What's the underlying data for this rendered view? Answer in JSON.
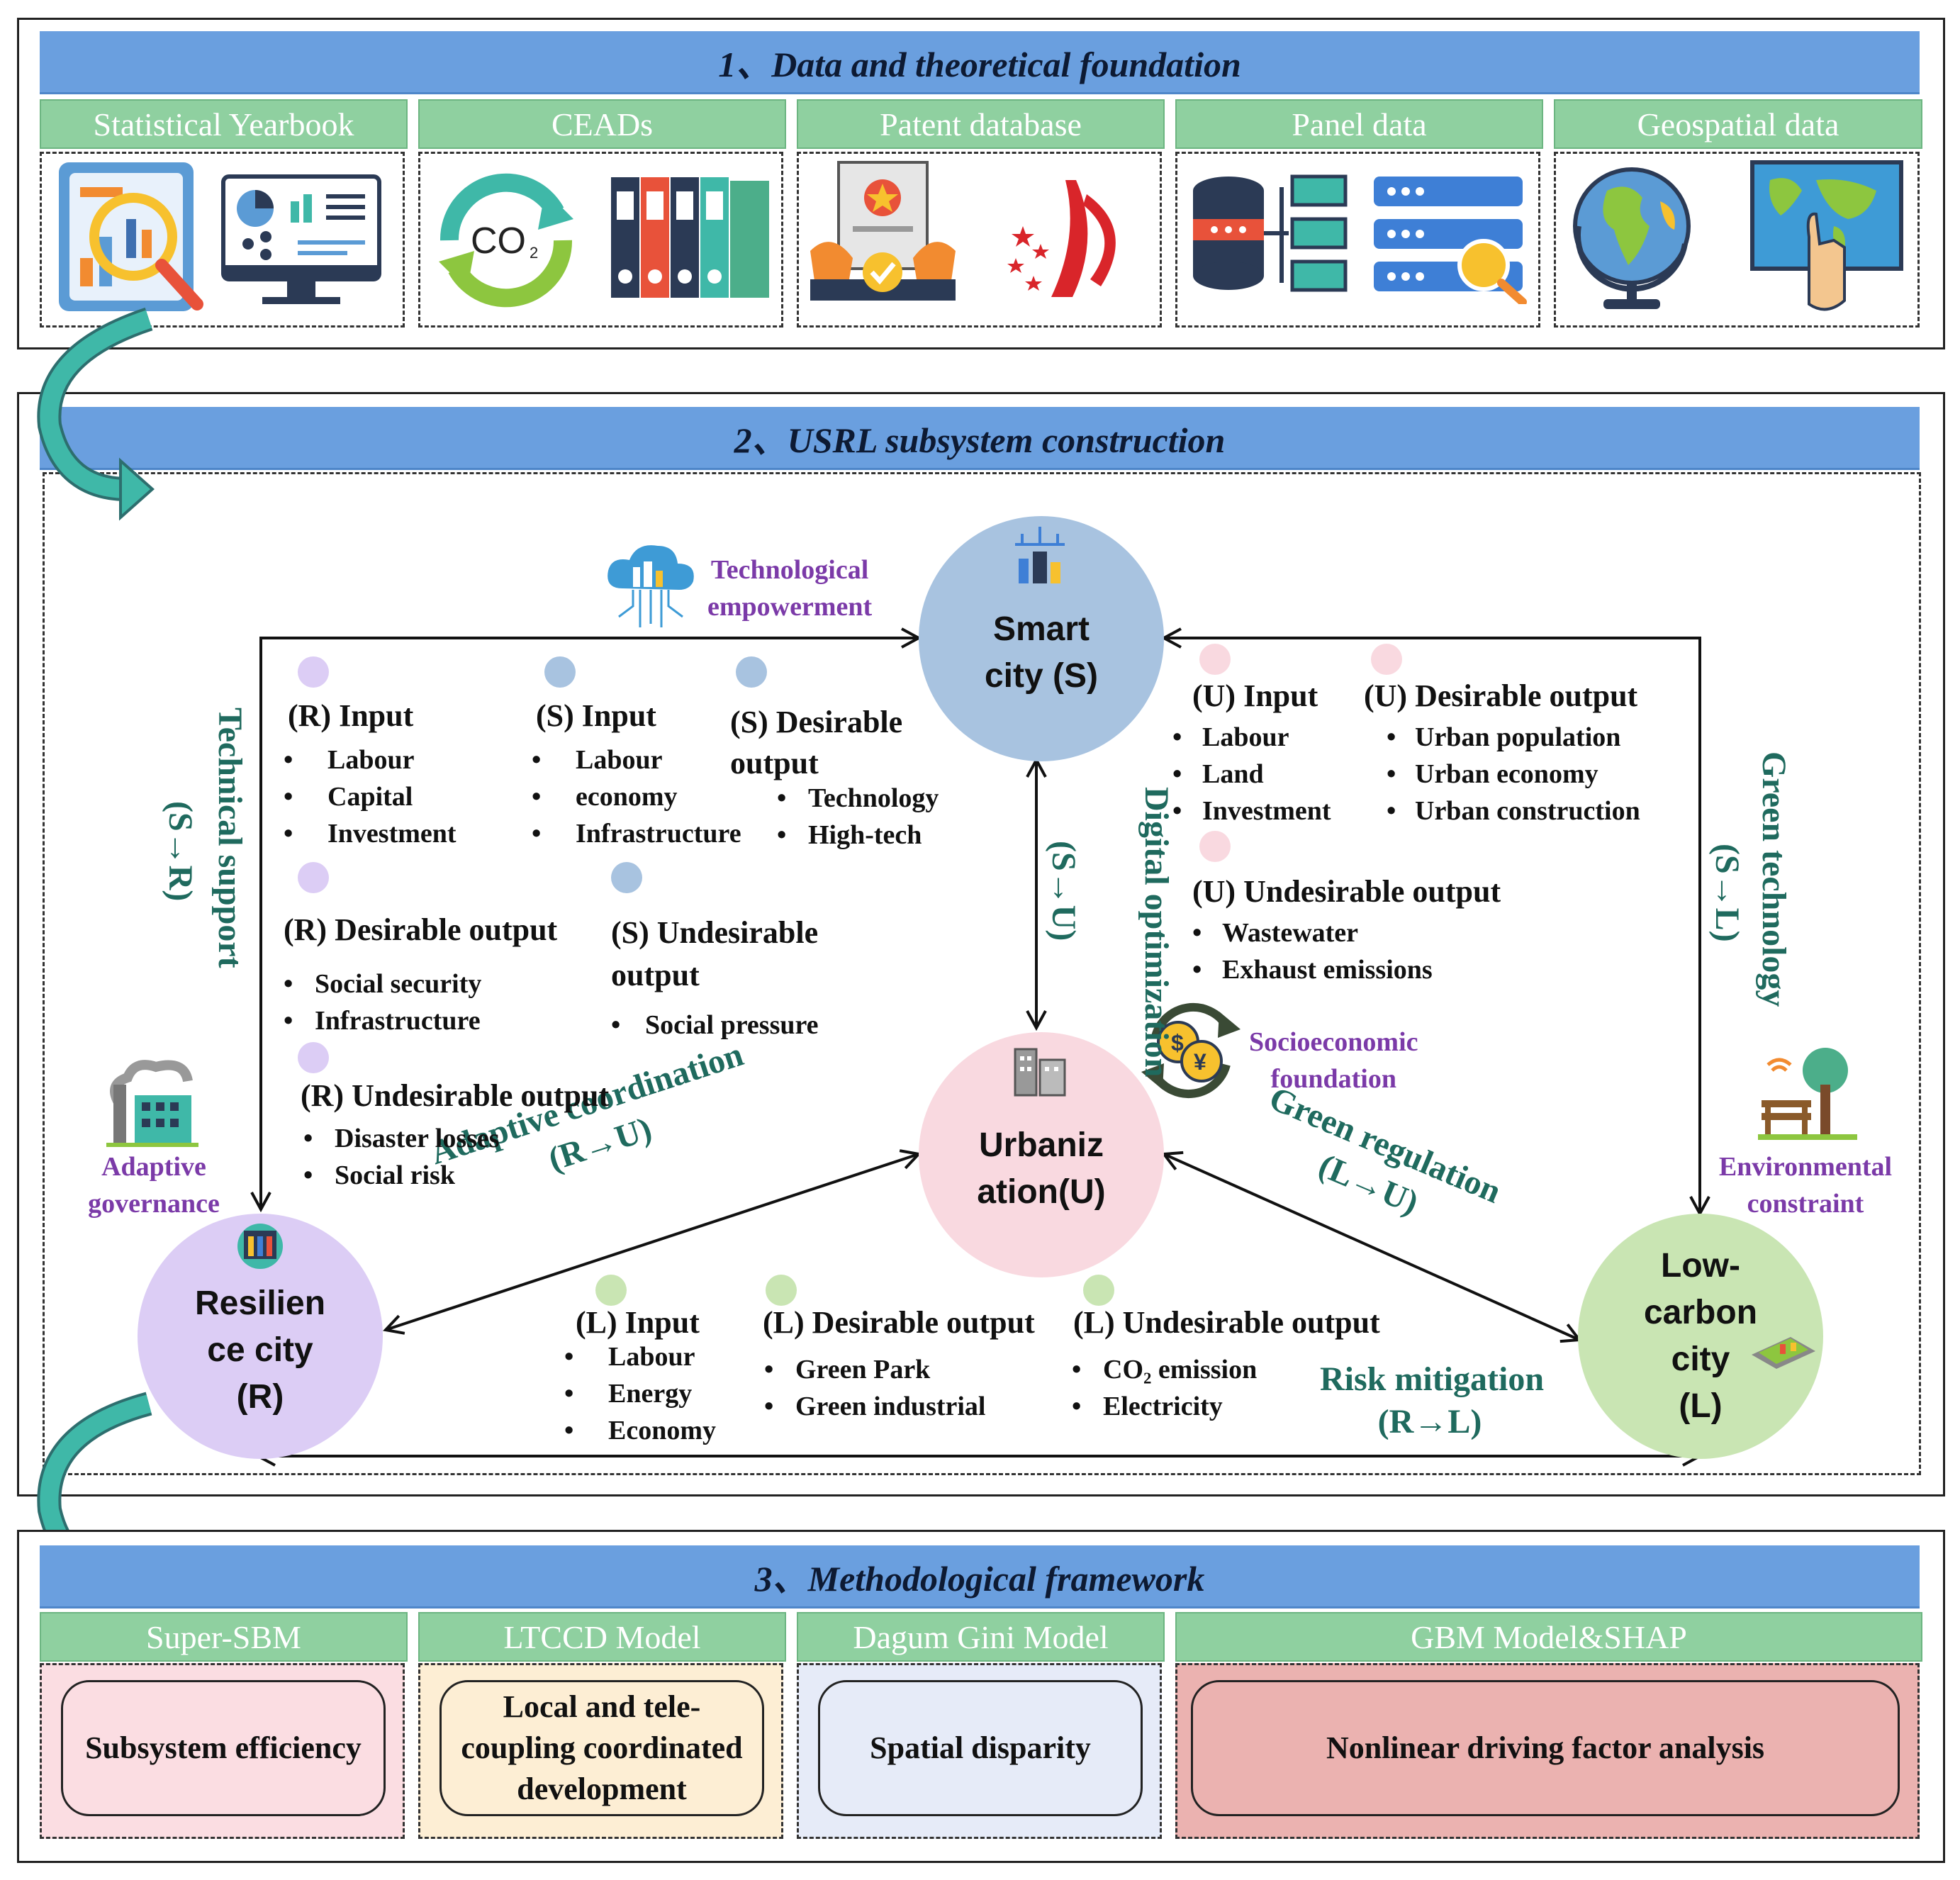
{
  "section1": {
    "title": "1、Data and theoretical foundation",
    "sources": [
      "Statistical Yearbook",
      "CEADs",
      "Patent database",
      "Panel data",
      "Geospatial data"
    ],
    "icons": [
      "report-search-icon",
      "dashboard-monitor-icon",
      "co2-cycle-icon",
      "binders-icon",
      "patent-certificate-icon",
      "patent-office-logo-icon",
      "database-server-icon",
      "server-search-icon",
      "globe-icon",
      "world-map-touch-icon"
    ]
  },
  "section2": {
    "title": "2、USRL subsystem construction",
    "nodes": {
      "smart": "Smart city (S)",
      "urban": "Urbaniz ation(U)",
      "resilience": "Resilien ce city (R)",
      "lowcarbon": "Low- carbon city (L)"
    },
    "node_lines": {
      "smart": [
        "Smart",
        "city (S)"
      ],
      "urban": [
        "Urbaniz",
        "ation(U)"
      ],
      "resilience": [
        "Resilien",
        "ce city",
        "(R)"
      ],
      "lowcarbon": [
        "Low-",
        "carbon",
        "city",
        "(L)"
      ]
    },
    "relations": {
      "technical_support": "Technical support",
      "technical_support_code": "(S→R)",
      "digital_optimization": "Digital optimization",
      "digital_optimization_code": "(S→U)",
      "green_technology": "Green technology",
      "green_technology_code": "(S→L)",
      "adaptive_coordination": "Adaptive coordination",
      "adaptive_coordination_code": "(R→U)",
      "green_regulation": "Green regulation",
      "green_regulation_code": "(L→U)",
      "risk_mitigation": "Risk mitigation",
      "risk_mitigation_code": "(R→L)"
    },
    "drivers": {
      "tech_empowerment": [
        "Technological",
        "empowerment"
      ],
      "socioeconomic": [
        "Socioeconomic",
        "foundation"
      ],
      "adaptive_governance": [
        "Adaptive",
        "governance"
      ],
      "environmental": [
        "Environmental",
        "constraint"
      ]
    },
    "indicators": {
      "r_input": {
        "title": "(R) Input",
        "items": [
          "Labour",
          "Capital",
          "Investment"
        ]
      },
      "s_input": {
        "title": "(S) Input",
        "items": [
          "Labour",
          "economy",
          "Infrastructure"
        ]
      },
      "s_desirable": {
        "title_lines": [
          "(S) Desirable",
          "output"
        ],
        "items": [
          "Technology",
          "High-tech"
        ]
      },
      "r_desirable": {
        "title": "(R) Desirable output",
        "items": [
          "Social security",
          "Infrastructure"
        ]
      },
      "s_undesirable": {
        "title_lines": [
          "(S) Undesirable",
          "output"
        ],
        "items": [
          "Social pressure"
        ]
      },
      "r_undesirable": {
        "title": "(R) Undesirable output",
        "items": [
          "Disaster losses",
          "Social risk"
        ]
      },
      "u_input": {
        "title": "(U) Input",
        "items": [
          "Labour",
          "Land",
          "Investment"
        ]
      },
      "u_desirable": {
        "title": "(U) Desirable output",
        "items": [
          "Urban population",
          "Urban economy",
          "Urban construction"
        ]
      },
      "u_undesirable": {
        "title": "(U) Undesirable output",
        "items": [
          "Wastewater",
          "Exhaust emissions"
        ]
      },
      "l_input": {
        "title": "(L) Input",
        "items": [
          "Labour",
          "Energy",
          "Economy"
        ]
      },
      "l_desirable": {
        "title": "(L) Desirable output",
        "items": [
          "Green Park",
          "Green industrial"
        ]
      },
      "l_undesirable": {
        "title": "(L) Undesirable output",
        "items": [
          "CO₂ emission",
          "Electricity"
        ]
      }
    }
  },
  "section3": {
    "title": "3、Methodological framework",
    "methods": [
      {
        "name": "Super-SBM",
        "result": "Subsystem efficiency"
      },
      {
        "name": "LTCCD Model",
        "result": "Local and tele-coupling coordinated development"
      },
      {
        "name": "Dagum Gini Model",
        "result": "Spatial disparity"
      },
      {
        "name": "GBM Model&SHAP",
        "result": "Nonlinear driving factor analysis"
      }
    ]
  },
  "colors": {
    "banner": "#6a9fdf",
    "tab": "#8fd0a0",
    "smart": "#a8c3e0",
    "urban": "#f9d9e0",
    "resilience": "#dccdf5",
    "lowcarbon": "#c9e5b3",
    "relation_text": "#1f6a5e",
    "driver_text": "#7b3aa8",
    "arrow_teal": "#3fb8a8"
  }
}
